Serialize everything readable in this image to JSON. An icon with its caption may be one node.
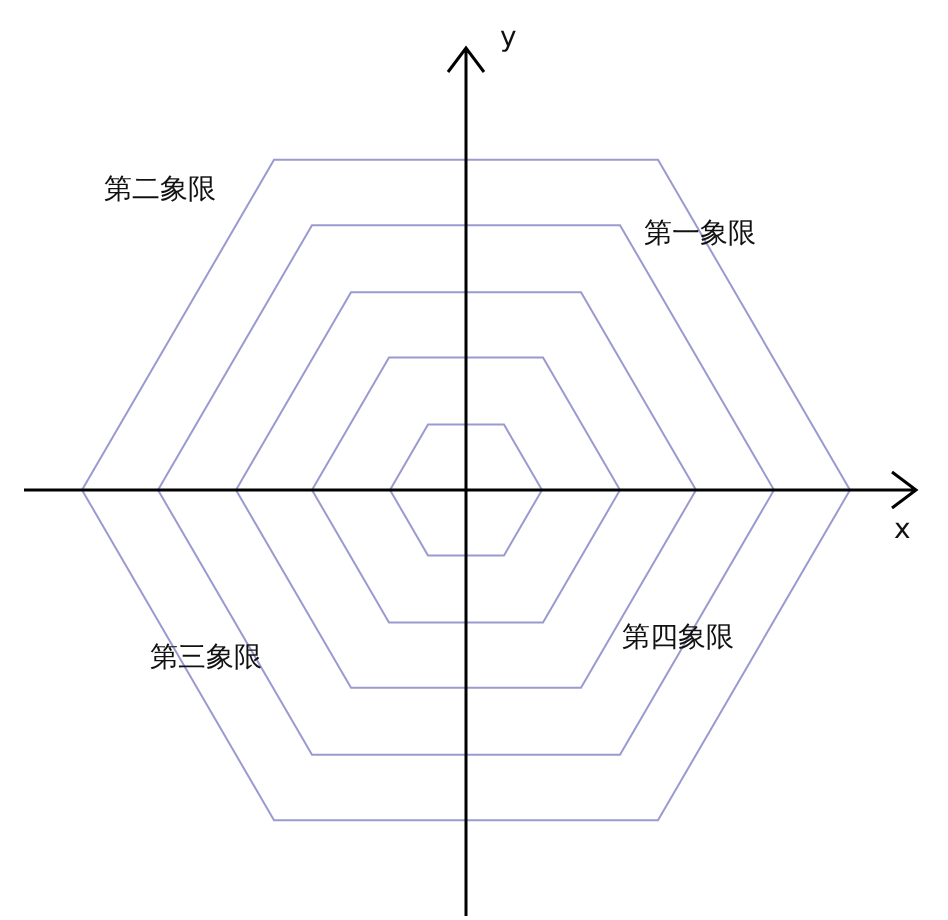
{
  "diagram": {
    "labels": [
      "y",
      "第二象限",
      "第一象限",
      "x",
      "第三象限",
      "第四象限"
    ]
  }
}
